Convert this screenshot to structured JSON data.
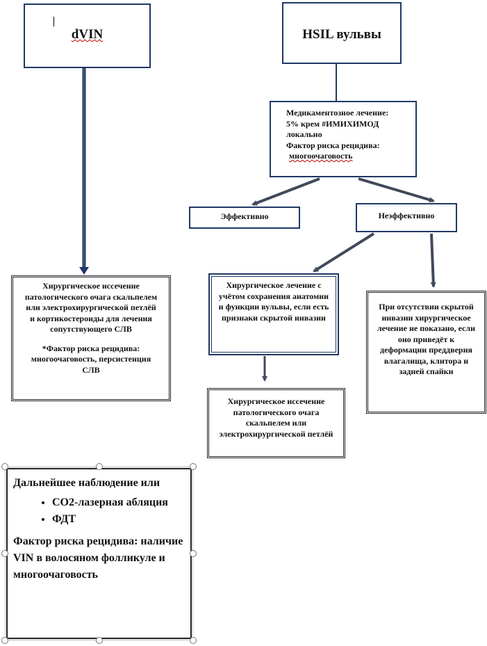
{
  "nodes": {
    "dvin": {
      "title": "dVIN"
    },
    "hsil": {
      "title": "HSIL вульвы"
    },
    "medical": {
      "line1": "Медикаментозное лечение:",
      "line2": "5% крем #ИМИХИМОД",
      "line3": "локально",
      "line4": "Фактор риска рецидива:",
      "line5": "многоочаговость"
    },
    "effective": "Эффективно",
    "ineffective": "Неэффективно",
    "dvin_surgery": {
      "text": "Хирургическое иссечение патологического очага скальпелем или электрохирургической петлёй и кортикостероиды для лечения сопутствующего СЛВ",
      "risk": "*Фактор риска рецидива: многоочаговость, персистенция СЛВ"
    },
    "organ_sparing": "Хирургическое лечение с учётом сохранения анатомии и функции вульвы, если есть признаки скрытой инвазии",
    "no_invasion": "При отсутствии скрытой инвазии хирургическое лечение не показано, если оно приведёт к деформации преддверия влагалища, клитора и задней спайки",
    "excision": "Хирургическое иссечение патологического очага скальпелем или электрохирургической петлёй",
    "followup": {
      "heading": "Дальнейшее наблюдение или",
      "items": [
        "СО2-лазерная абляция",
        "ФДТ"
      ],
      "risk": "Фактор риска рецидива: наличие VIN в волосяном фолликуле и многоочаговость"
    }
  },
  "colors": {
    "line": "#1f3864",
    "arrow": "#404a5a",
    "wavy": "#c00000"
  }
}
